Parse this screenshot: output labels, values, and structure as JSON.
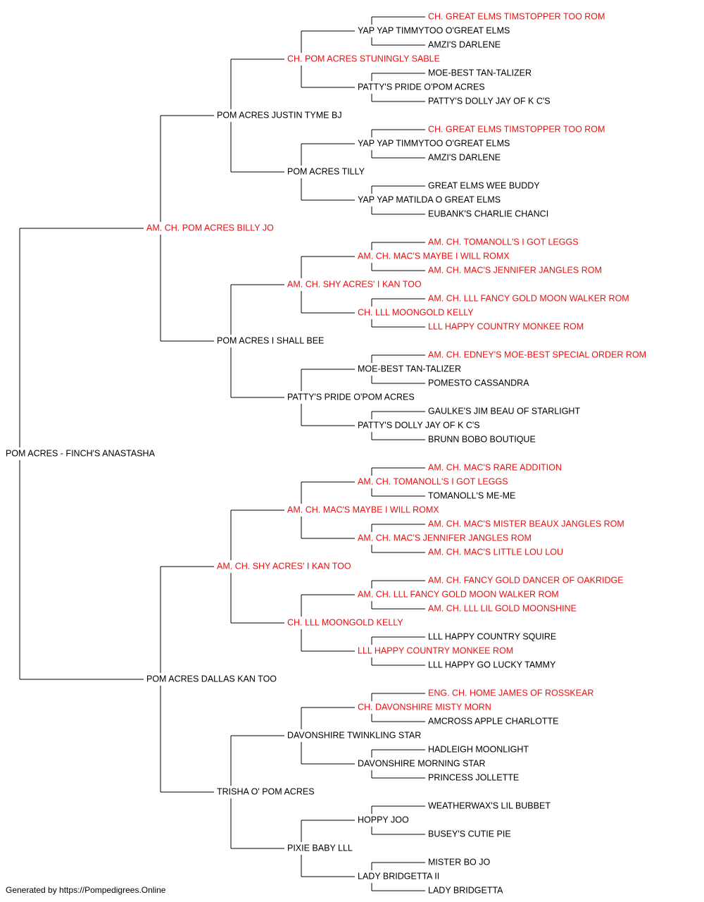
{
  "colors": {
    "champion": "#e81010",
    "normal": "#000000",
    "line": "#000000"
  },
  "pedigree": {
    "name": "POM ACRES - FINCH'S ANASTASHA",
    "champion": false,
    "sire": {
      "name": "AM. CH. POM ACRES BILLY JO",
      "champion": true,
      "sire": {
        "name": "POM ACRES JUSTIN TYME BJ",
        "champion": false,
        "sire": {
          "name": "CH. POM ACRES STUNINGLY SABLE",
          "champion": true,
          "sire": {
            "name": "YAP YAP TIMMYTOO O'GREAT ELMS",
            "champion": false,
            "sire": {
              "name": "CH. GREAT ELMS TIMSTOPPER TOO ROM",
              "champion": true
            },
            "dam": {
              "name": "AMZI'S DARLENE",
              "champion": false
            }
          },
          "dam": {
            "name": "PATTY'S PRIDE O'POM ACRES",
            "champion": false,
            "sire": {
              "name": "MOE-BEST TAN-TALIZER",
              "champion": false
            },
            "dam": {
              "name": "PATTY'S DOLLY JAY OF K C'S",
              "champion": false
            }
          }
        },
        "dam": {
          "name": "POM ACRES TILLY",
          "champion": false,
          "sire": {
            "name": "YAP YAP TIMMYTOO O'GREAT ELMS",
            "champion": false,
            "sire": {
              "name": "CH. GREAT ELMS TIMSTOPPER TOO ROM",
              "champion": true
            },
            "dam": {
              "name": "AMZI'S DARLENE",
              "champion": false
            }
          },
          "dam": {
            "name": "YAP YAP MATILDA O GREAT ELMS",
            "champion": false,
            "sire": {
              "name": "GREAT ELMS WEE BUDDY",
              "champion": false
            },
            "dam": {
              "name": "EUBANK'S CHARLIE CHANCI",
              "champion": false
            }
          }
        }
      },
      "dam": {
        "name": "POM ACRES I SHALL BEE",
        "champion": false,
        "sire": {
          "name": "AM. CH. SHY ACRES' I KAN TOO",
          "champion": true,
          "sire": {
            "name": "AM. CH. MAC'S MAYBE I WILL ROMX",
            "champion": true,
            "sire": {
              "name": "AM. CH. TOMANOLL'S I GOT LEGGS",
              "champion": true
            },
            "dam": {
              "name": "AM. CH. MAC'S JENNIFER JANGLES ROM",
              "champion": true
            }
          },
          "dam": {
            "name": "CH. LLL MOONGOLD KELLY",
            "champion": true,
            "sire": {
              "name": "AM. CH. LLL FANCY GOLD MOON WALKER ROM",
              "champion": true
            },
            "dam": {
              "name": "LLL HAPPY COUNTRY MONKEE ROM",
              "champion": true
            }
          }
        },
        "dam": {
          "name": "PATTY'S PRIDE O'POM ACRES",
          "champion": false,
          "sire": {
            "name": "MOE-BEST TAN-TALIZER",
            "champion": false,
            "sire": {
              "name": "AM. CH. EDNEY'S MOE-BEST SPECIAL ORDER ROM",
              "champion": true
            },
            "dam": {
              "name": "POMESTO CASSANDRA",
              "champion": false
            }
          },
          "dam": {
            "name": "PATTY'S DOLLY JAY OF K C'S",
            "champion": false,
            "sire": {
              "name": "GAULKE'S JIM BEAU OF STARLIGHT",
              "champion": false
            },
            "dam": {
              "name": "BRUNN BOBO BOUTIQUE",
              "champion": false
            }
          }
        }
      }
    },
    "dam": {
      "name": "POM ACRES DALLAS KAN TOO",
      "champion": false,
      "sire": {
        "name": "AM. CH. SHY ACRES' I KAN TOO",
        "champion": true,
        "sire": {
          "name": "AM. CH. MAC'S MAYBE I WILL ROMX",
          "champion": true,
          "sire": {
            "name": "AM. CH. TOMANOLL'S I GOT LEGGS",
            "champion": true,
            "sire": {
              "name": "AM. CH. MAC'S RARE ADDITION",
              "champion": true
            },
            "dam": {
              "name": "TOMANOLL'S ME-ME",
              "champion": false
            }
          },
          "dam": {
            "name": "AM. CH. MAC'S JENNIFER JANGLES ROM",
            "champion": true,
            "sire": {
              "name": "AM. CH. MAC'S MISTER BEAUX JANGLES ROM",
              "champion": true
            },
            "dam": {
              "name": "AM. CH. MAC'S LITTLE LOU LOU",
              "champion": true
            }
          }
        },
        "dam": {
          "name": "CH. LLL MOONGOLD KELLY",
          "champion": true,
          "sire": {
            "name": "AM. CH. LLL FANCY GOLD MOON WALKER ROM",
            "champion": true,
            "sire": {
              "name": "AM. CH. FANCY GOLD DANCER OF OAKRIDGE",
              "champion": true
            },
            "dam": {
              "name": "AM. CH. LLL LIL GOLD MOONSHINE",
              "champion": true
            }
          },
          "dam": {
            "name": "LLL HAPPY COUNTRY MONKEE ROM",
            "champion": true,
            "sire": {
              "name": "LLL HAPPY COUNTRY SQUIRE",
              "champion": false
            },
            "dam": {
              "name": "LLL HAPPY GO LUCKY TAMMY",
              "champion": false
            }
          }
        }
      },
      "dam": {
        "name": "TRISHA O' POM ACRES",
        "champion": false,
        "sire": {
          "name": "DAVONSHIRE TWINKLING STAR",
          "champion": false,
          "sire": {
            "name": "CH. DAVONSHIRE MISTY MORN",
            "champion": true,
            "sire": {
              "name": "ENG. CH. HOME JAMES OF ROSSKEAR",
              "champion": true
            },
            "dam": {
              "name": "AMCROSS APPLE CHARLOTTE",
              "champion": false
            }
          },
          "dam": {
            "name": "DAVONSHIRE MORNING STAR",
            "champion": false,
            "sire": {
              "name": "HADLEIGH MOONLIGHT",
              "champion": false
            },
            "dam": {
              "name": "PRINCESS JOLLETTE",
              "champion": false
            }
          }
        },
        "dam": {
          "name": "PIXIE BABY LLL",
          "champion": false,
          "sire": {
            "name": "HOPPY JOO",
            "champion": false,
            "sire": {
              "name": "WEATHERWAX'S LIL BUBBET",
              "champion": false
            },
            "dam": {
              "name": "BUSEY'S CUTIE PIE",
              "champion": false
            }
          },
          "dam": {
            "name": "LADY BRIDGETTA II",
            "champion": false,
            "sire": {
              "name": "MISTER BO JO",
              "champion": false
            },
            "dam": {
              "name": "LADY BRIDGETTA",
              "champion": false
            }
          }
        }
      }
    }
  },
  "footer": {
    "text": "Generated by https://Pompedigrees.Online"
  }
}
